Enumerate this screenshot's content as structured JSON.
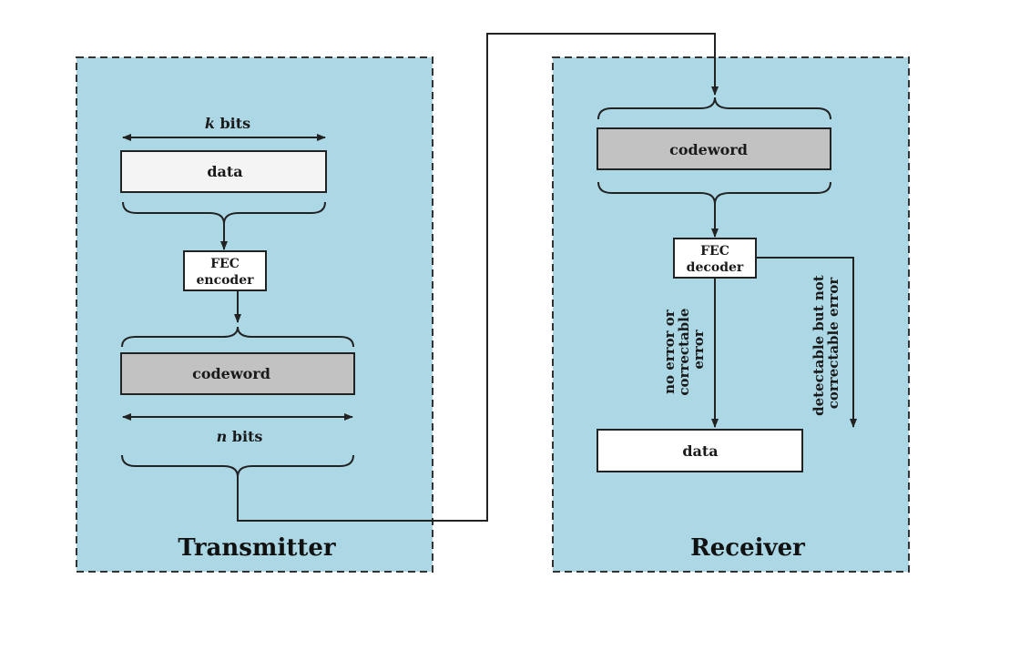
{
  "transmitter": {
    "title": "Transmitter",
    "k_var": "k",
    "k_unit": " bits",
    "data_label": "data",
    "encoder_line1": "FEC",
    "encoder_line2": "encoder",
    "codeword_label": "codeword",
    "n_var": "n",
    "n_unit": " bits"
  },
  "receiver": {
    "title": "Receiver",
    "codeword_label": "codeword",
    "decoder_line1": "FEC",
    "decoder_line2": "decoder",
    "path_ok_line1": "no error or",
    "path_ok_line2": "correctable",
    "path_ok_line3": "error",
    "path_err_line1": "detectable but not",
    "path_err_line2": "correctable error",
    "data_label": "data"
  },
  "colors": {
    "panel_fill": "#acd8e6",
    "data_box_fill": "#f4f4f4",
    "codeword_fill": "#c2c2c2",
    "stroke": "#222222"
  }
}
